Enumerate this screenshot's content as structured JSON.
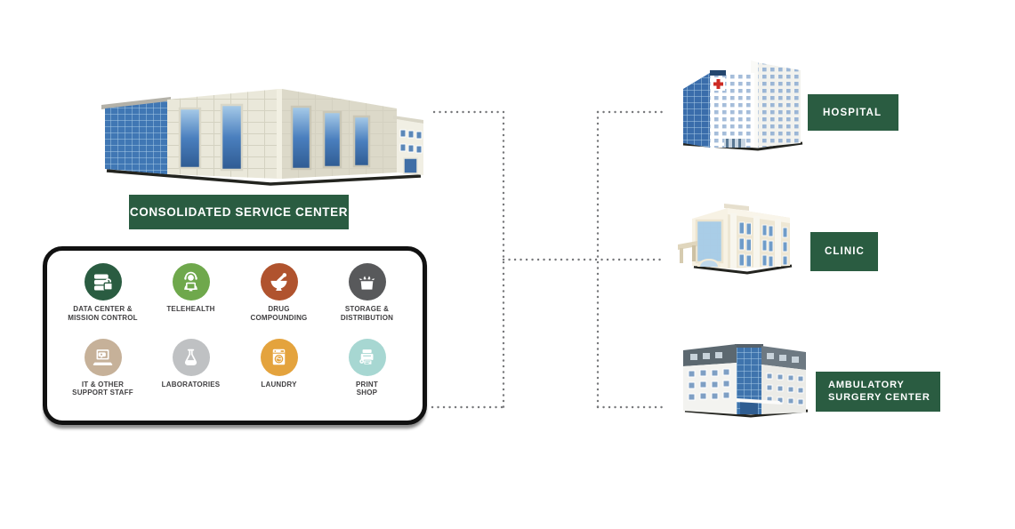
{
  "colors": {
    "accent_green": "#2a5c41",
    "connector_gray": "#77787b",
    "panel_border": "#111111",
    "service_label_text": "#414042"
  },
  "diagram": {
    "csc": {
      "name": "CONSOLIDATED SERVICE CENTER"
    },
    "services": [
      {
        "icon": "server-lock-icon",
        "color": "#2a5c41",
        "lines": [
          "DATA CENTER &",
          "MISSION CONTROL"
        ]
      },
      {
        "icon": "telehealth-agent-icon",
        "color": "#6fa84c",
        "lines": [
          "TELEHEALTH"
        ]
      },
      {
        "icon": "mortar-pestle-icon",
        "color": "#b0532e",
        "lines": [
          "DRUG",
          "COMPOUNDING"
        ]
      },
      {
        "icon": "open-box-icon",
        "color": "#58595b",
        "lines": [
          "STORAGE &",
          "DISTRIBUTION"
        ]
      },
      {
        "icon": "laptop-support-icon",
        "color": "#c6b199",
        "lines": [
          "IT & OTHER",
          "SUPPORT STAFF"
        ]
      },
      {
        "icon": "lab-flask-icon",
        "color": "#bfc1c3",
        "lines": [
          "LABORATORIES"
        ]
      },
      {
        "icon": "washing-machine-icon",
        "color": "#e4a33d",
        "lines": [
          "LAUNDRY"
        ]
      },
      {
        "icon": "printer-icon",
        "color": "#a7d7d2",
        "lines": [
          "PRINT",
          "SHOP"
        ]
      }
    ],
    "facilities": [
      {
        "id": "hospital",
        "lines": [
          "HOSPITAL"
        ]
      },
      {
        "id": "clinic",
        "lines": [
          "CLINIC"
        ]
      },
      {
        "id": "ambulatory-surgery-center",
        "lines": [
          "AMBULATORY",
          "SURGERY CENTER"
        ]
      }
    ]
  }
}
